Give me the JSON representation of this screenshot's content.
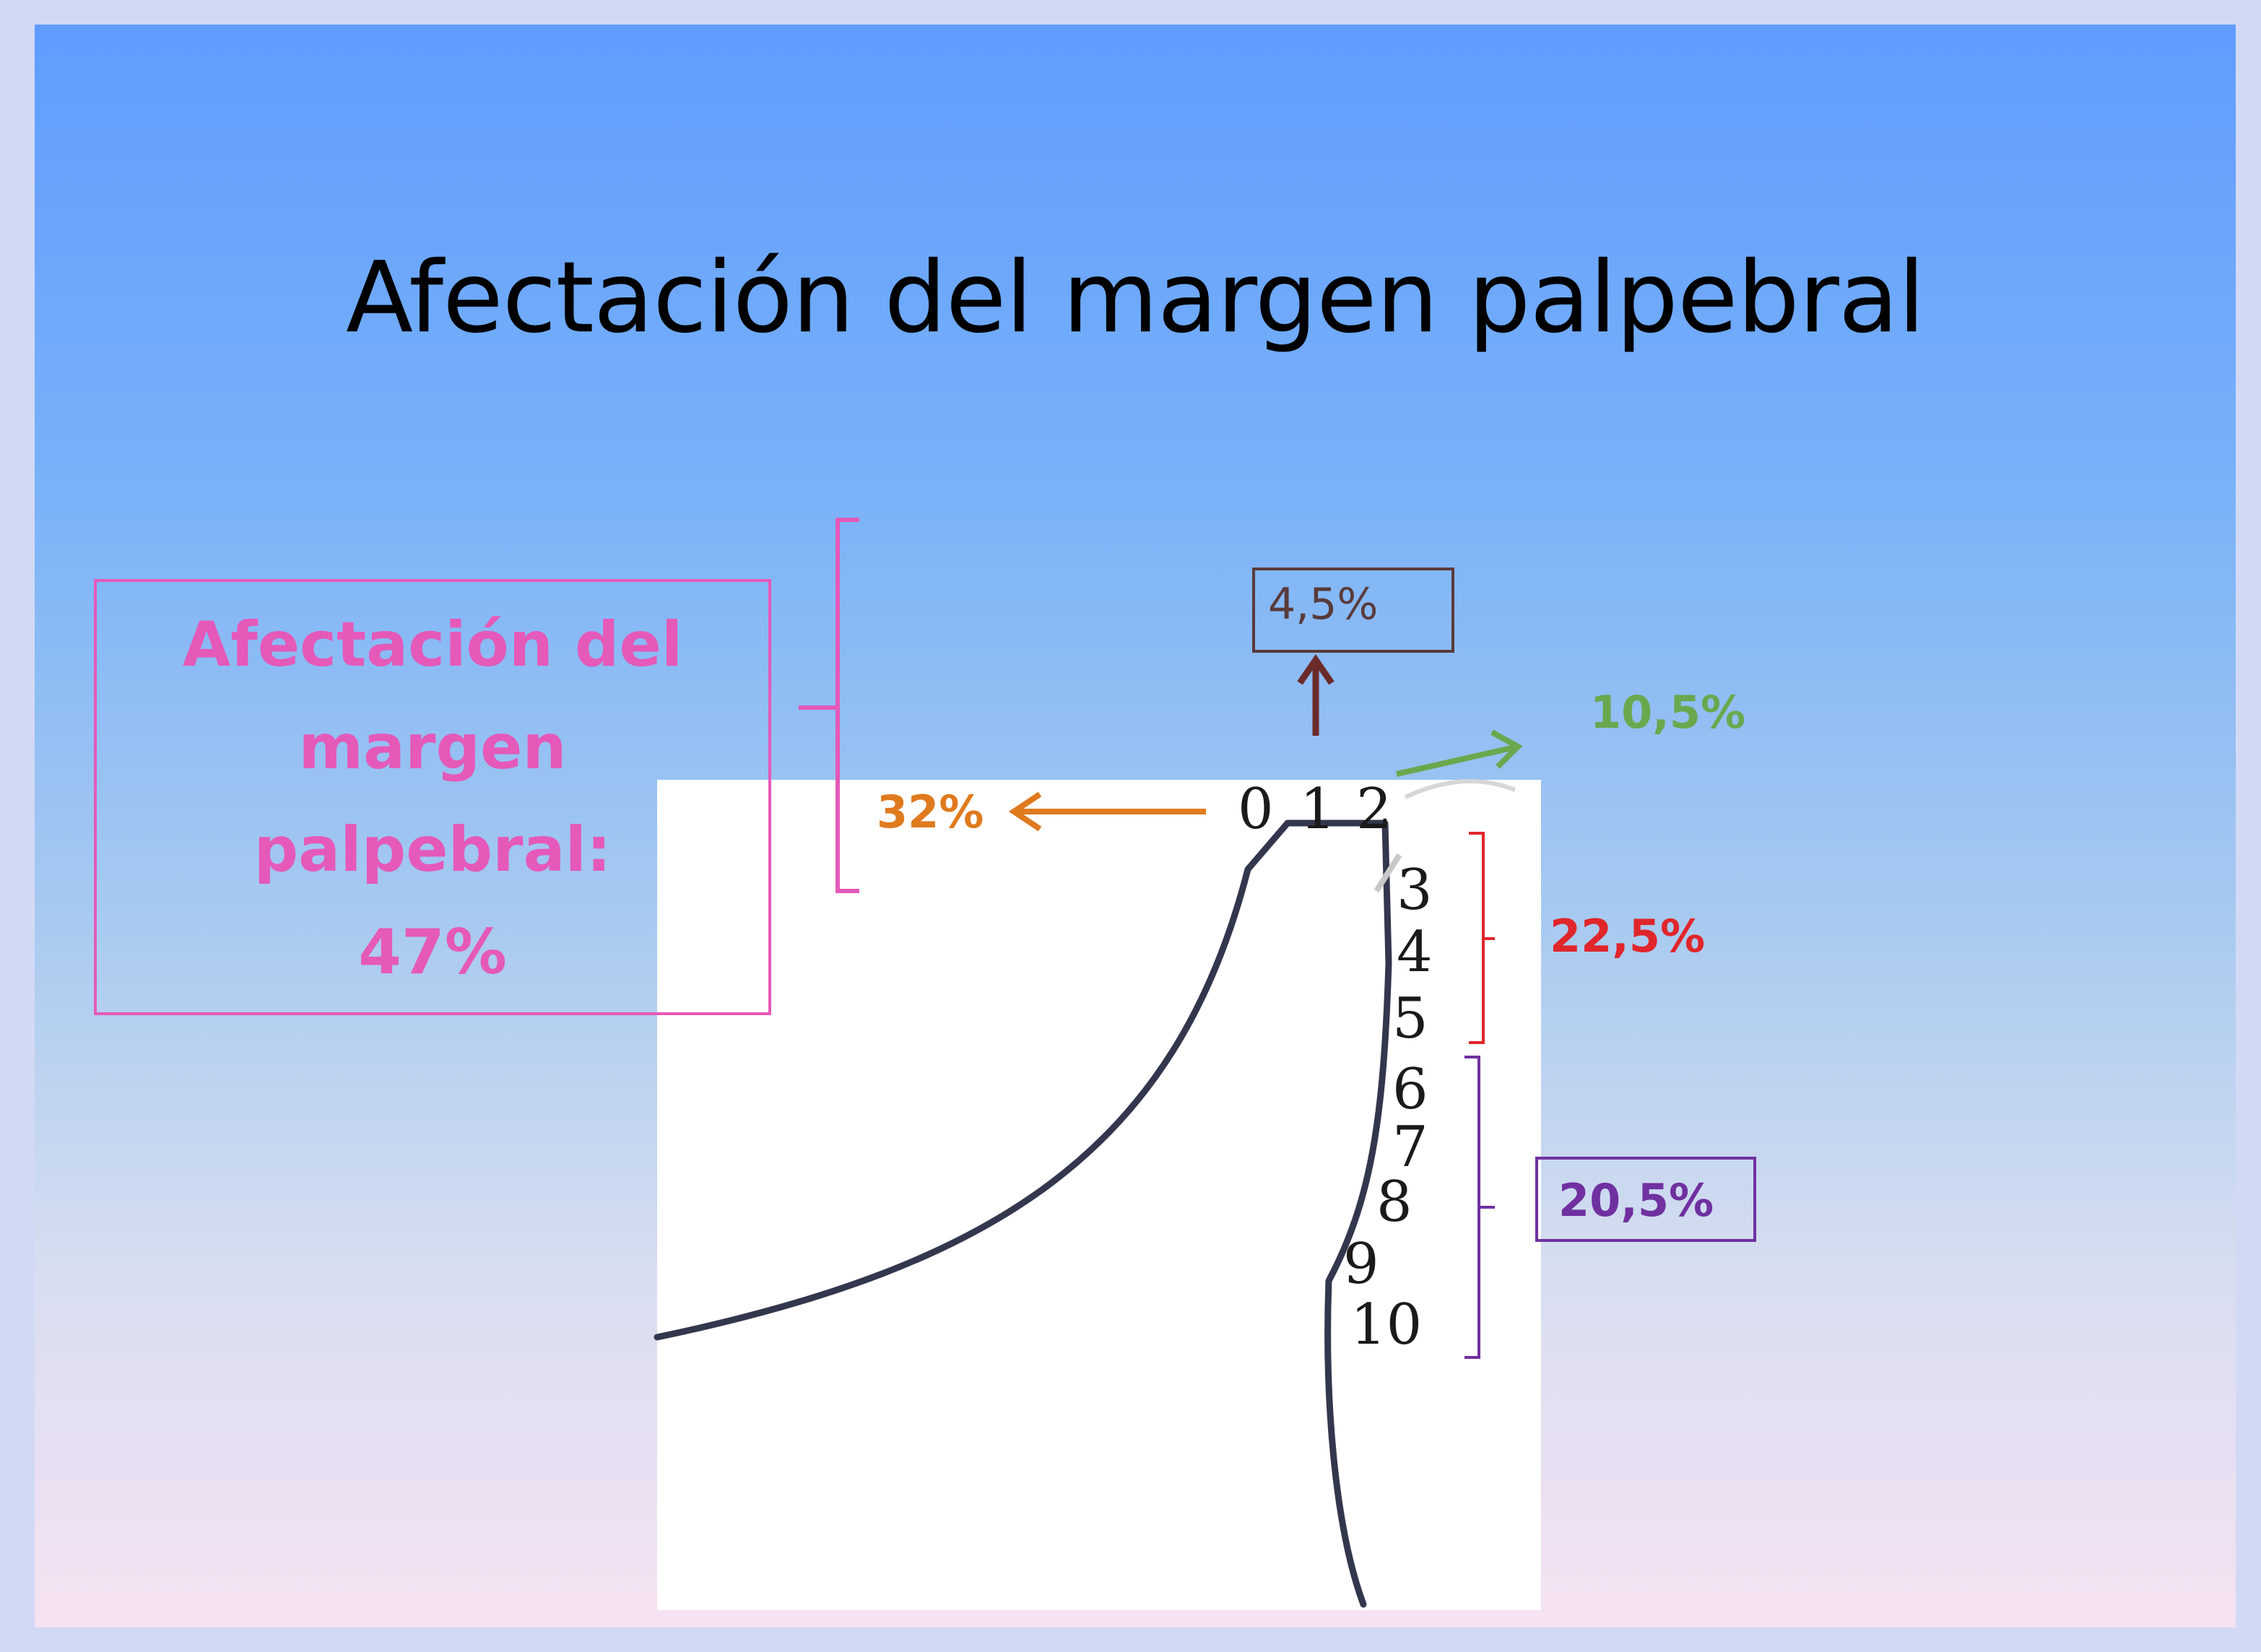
{
  "title": "Afectación del margen palpebral",
  "summary_box": {
    "lines": [
      "Afectación del",
      "margen",
      "palpebral:",
      "47%"
    ],
    "color": "#e559b9"
  },
  "margin_numbers": {
    "top_row": [
      "0",
      "1",
      "2"
    ],
    "vertical": [
      "3",
      "4",
      "5",
      "6",
      "7",
      "8",
      "9",
      "10"
    ]
  },
  "percentages": {
    "zone_0": {
      "value": "32%",
      "color": "#e07a1f"
    },
    "zone_1": {
      "value": "4,5%",
      "color": "#5a3a3a"
    },
    "zone_2": {
      "value": "10,5%",
      "color": "#6aa84f"
    },
    "zones_3_5": {
      "value": "22,5%",
      "color": "#e0262b"
    },
    "zones_6_10": {
      "value": "20,5%",
      "color": "#7030a0"
    }
  },
  "colors": {
    "contour": "#33374d",
    "arrow_up": "#6b2b2b"
  }
}
